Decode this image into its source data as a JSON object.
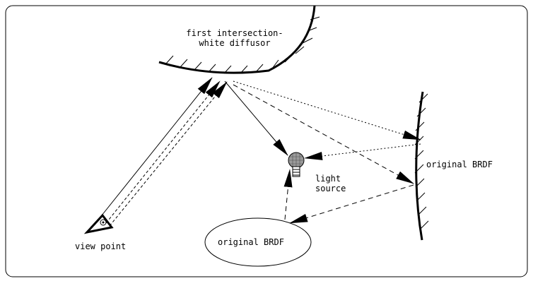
{
  "labels": {
    "first_intersection_line1": "first intersection-",
    "first_intersection_line2": "white diffusor",
    "original_brdf_right": "original BRDF",
    "light_source_line1": "light",
    "light_source_line2": "source",
    "view_point": "view point",
    "original_brdf_ellipse": "original BRDF"
  }
}
